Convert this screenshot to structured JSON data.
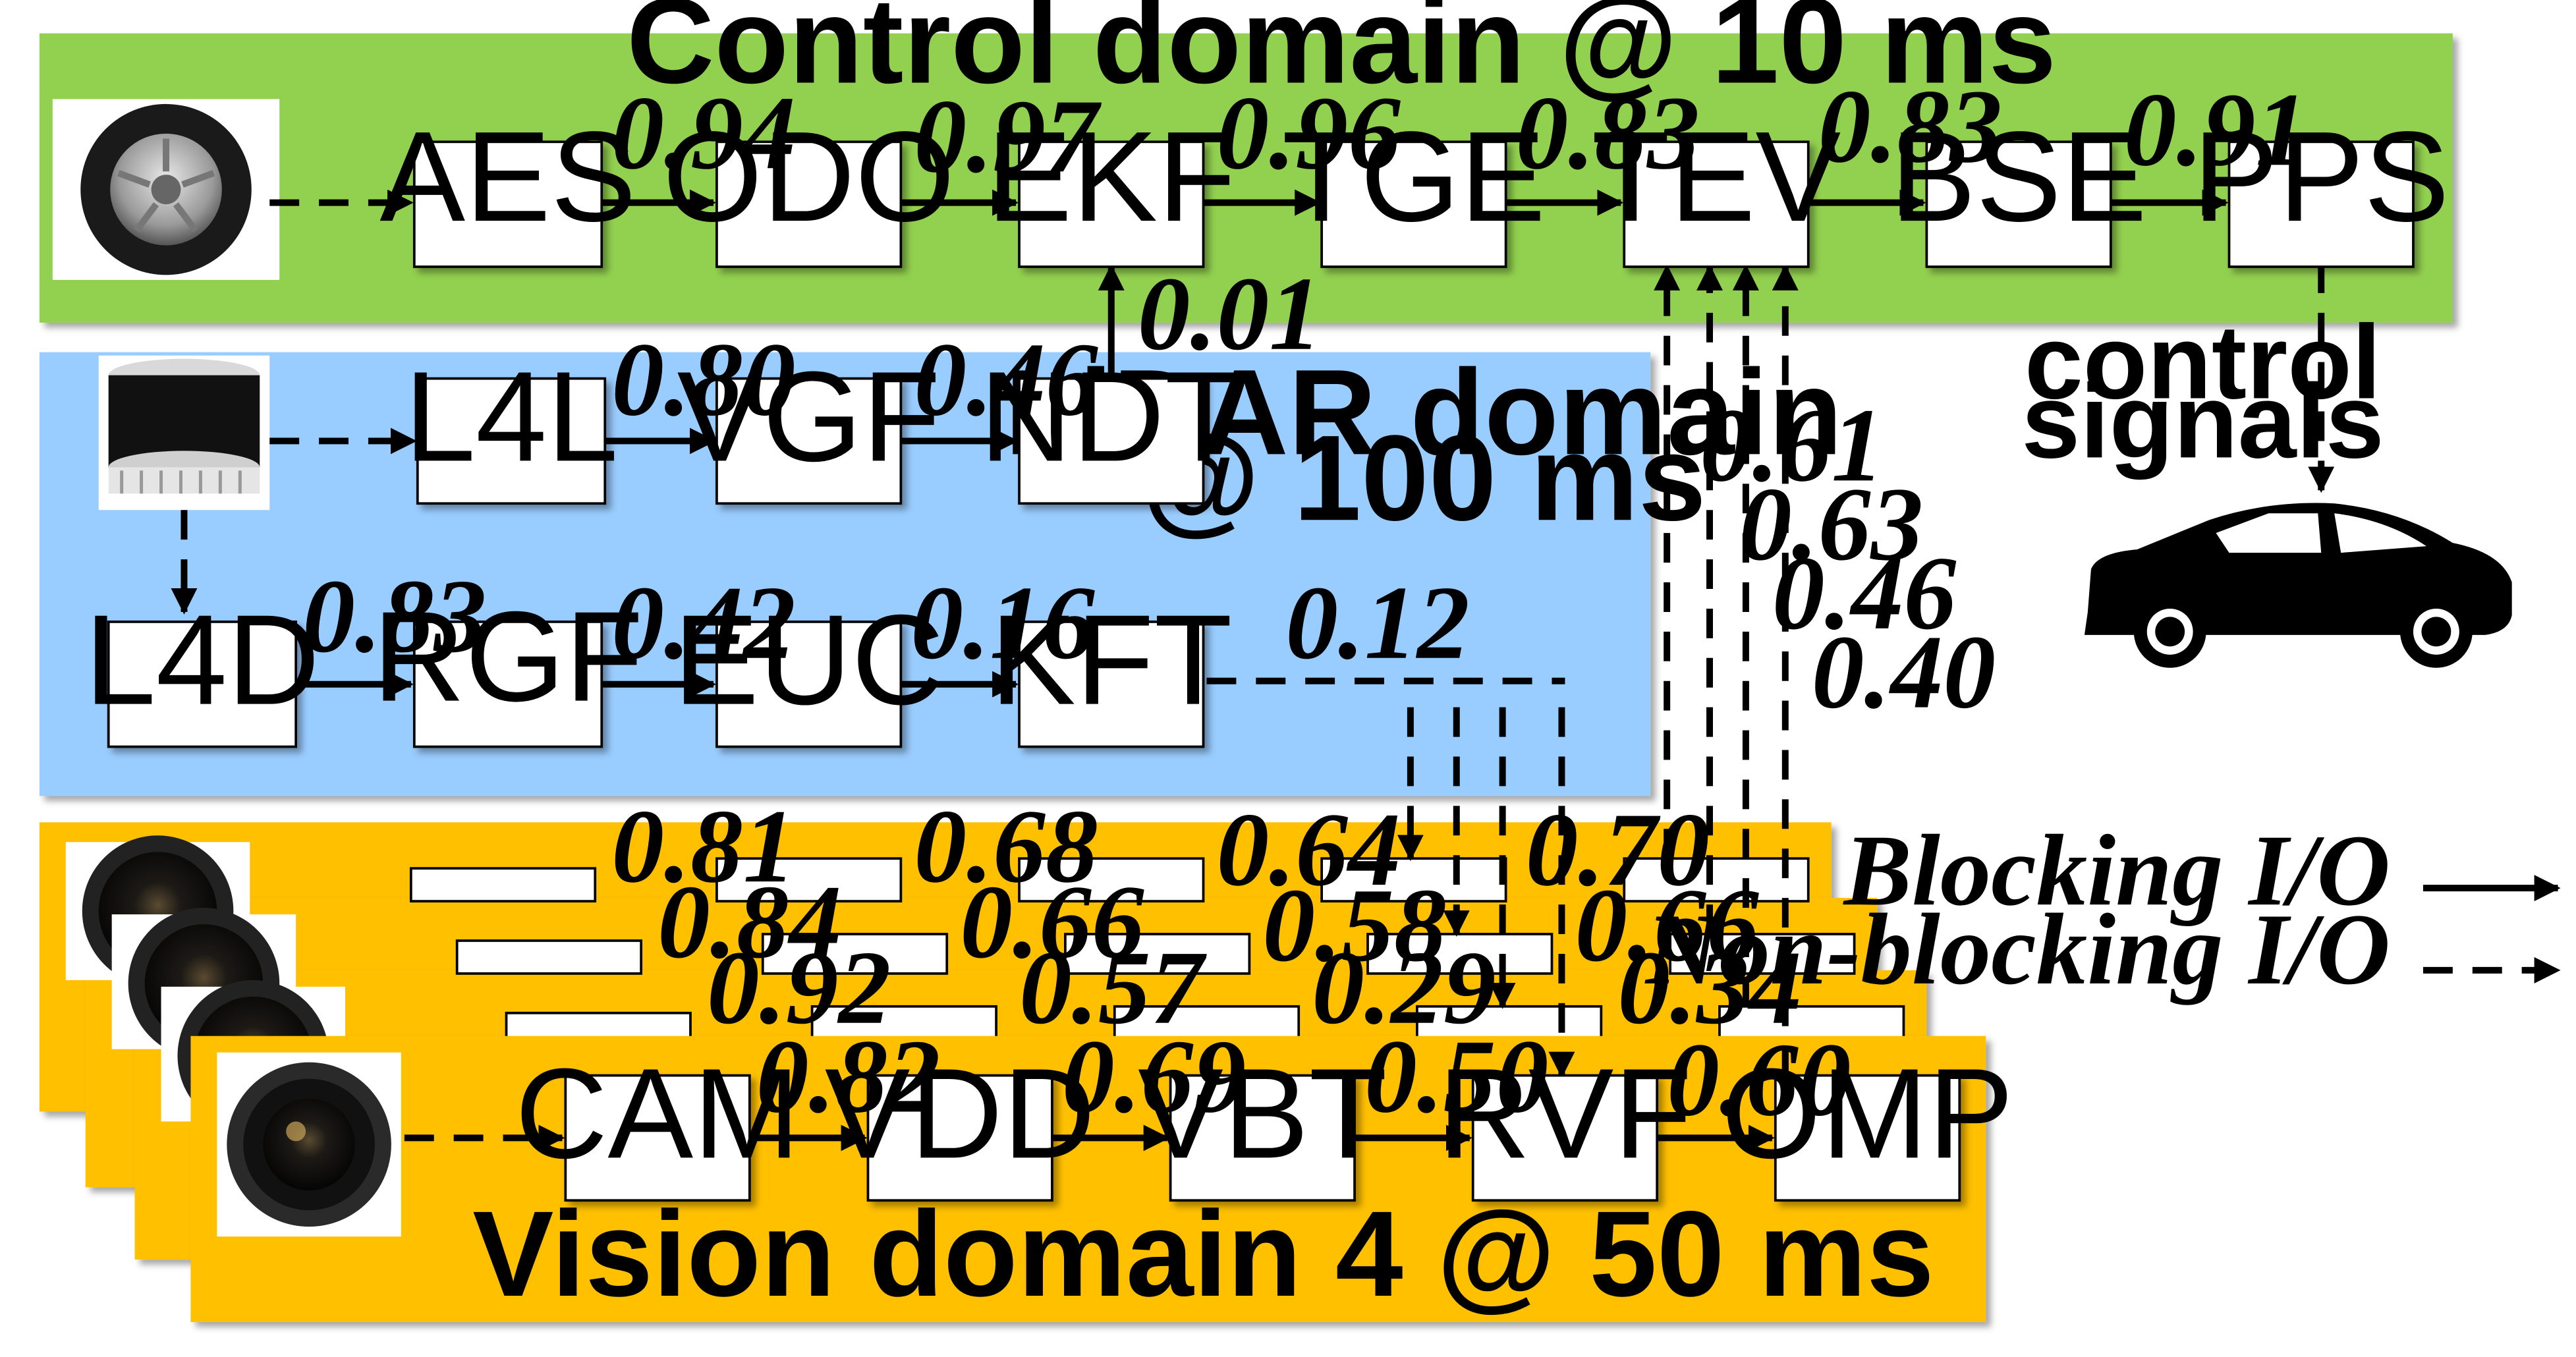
{
  "domains": {
    "control": {
      "title": "Control domain @ 10 ms",
      "color": "#92D050"
    },
    "lidar": {
      "title_line1": "LiDAR domain",
      "title_line2": "@ 100 ms",
      "color": "#99CCFF"
    },
    "vision": {
      "title": "Vision domain 4 @ 50 ms",
      "color": "#FFC000"
    }
  },
  "nodes": {
    "aes": "AES",
    "odo": "ODO",
    "ekf": "EKF",
    "tge": "TGE",
    "tev": "TEV",
    "bse": "BSE",
    "pps": "PPS",
    "l4l": "L4L",
    "vgf": "VGF",
    "ndt": "NDT",
    "l4d": "L4D",
    "rgf": "RGF",
    "euc": "EUC",
    "kft": "KFT",
    "cam": "CAM",
    "vdd": "VDD",
    "vbt": "VBT",
    "rvf": "RVF",
    "omp": "OMP"
  },
  "weights": {
    "control": [
      "0.94",
      "0.97",
      "0.96",
      "0.83",
      "0.83",
      "0.91"
    ],
    "ndt_to_ekf": "0.01",
    "lidar_top": [
      "0.80",
      "0.46"
    ],
    "lidar_bottom": [
      "0.83",
      "0.42",
      "0.16"
    ],
    "kft_out": "0.12",
    "omp_to_tev": [
      "0.61",
      "0.63",
      "0.46",
      "0.40"
    ],
    "vision1": [
      "0.81",
      "0.68",
      "0.64",
      "0.70"
    ],
    "vision2": [
      "0.84",
      "0.66",
      "0.58",
      "0.66"
    ],
    "vision3": [
      "0.92",
      "0.57",
      "0.29",
      "0.34"
    ],
    "vision4": [
      "0.82",
      "0.69",
      "0.50",
      "0.60"
    ]
  },
  "control_signals": {
    "line1": "control",
    "line2": "signals"
  },
  "legend": {
    "blocking": "Blocking I/O",
    "nonblocking": "Non-blocking I/O"
  },
  "icons": {
    "tire": "tire-icon",
    "lidar": "lidar-sensor-icon",
    "camera": "camera-icon",
    "car": "car-icon"
  }
}
